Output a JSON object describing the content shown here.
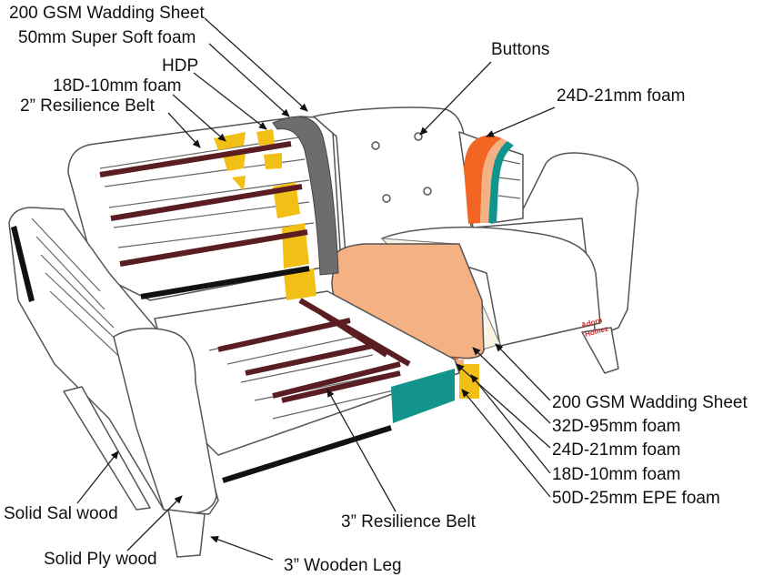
{
  "brand": {
    "line1": "Adorn",
    "line2": "Homez",
    "color": "#c62828"
  },
  "colors": {
    "belt": "#5a1e22",
    "hdp_yellow": "#f2bf16",
    "wadding_gray": "#6d6d6d",
    "foam_orange": "#f26522",
    "foam_peach": "#f4b183",
    "foam_cream": "#fbf3e6",
    "foam_teal": "#12948c"
  },
  "labels": {
    "top_wadding": "200 GSM Wadding Sheet",
    "super_soft": "50mm Super Soft foam",
    "hdp": "HDP",
    "foam_18d_back": "18D-10mm foam",
    "resilience_2": "2” Resilience Belt",
    "buttons": "Buttons",
    "foam_24d_arm": "24D-21mm foam",
    "seat_wadding": "200 GSM Wadding Sheet",
    "foam_32d": "32D-95mm foam",
    "foam_24d_seat": "24D-21mm foam",
    "foam_18d_seat": "18D-10mm foam",
    "epe": "50D-25mm EPE foam",
    "resilience_3": "3” Resilience Belt",
    "sal_wood": "Solid Sal wood",
    "ply_wood": "Solid Ply wood",
    "leg": "3” Wooden Leg"
  }
}
